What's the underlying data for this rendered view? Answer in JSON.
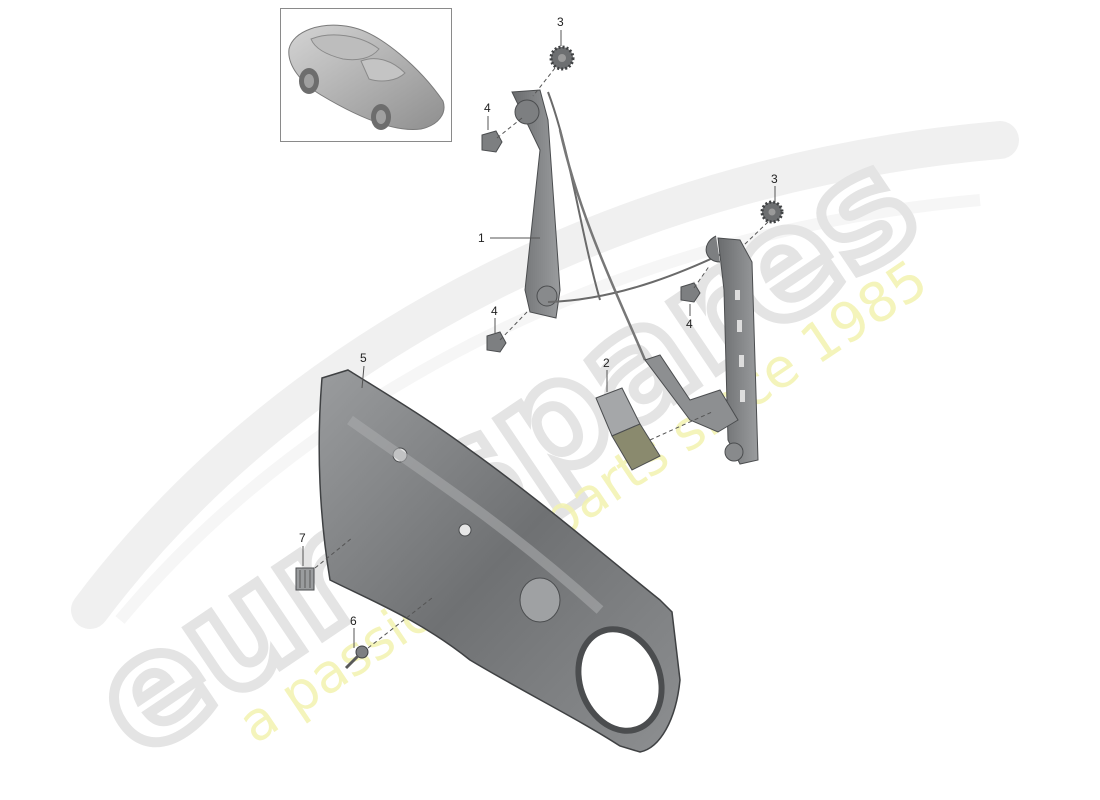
{
  "diagram": {
    "type": "exploded-parts-diagram",
    "subject": "door window regulator and door inner panel",
    "thumbnail": {
      "description": "vehicle overview thumbnail (sports coupe)"
    },
    "callouts": [
      {
        "id": "1",
        "label": "1",
        "part": "window regulator (front rail)"
      },
      {
        "id": "2",
        "label": "2",
        "part": "window regulator motor"
      },
      {
        "id": "3a",
        "label": "3",
        "part": "gear / sprocket (upper)"
      },
      {
        "id": "3b",
        "label": "3",
        "part": "gear / sprocket (right)"
      },
      {
        "id": "4a",
        "label": "4",
        "part": "nut (upper left)"
      },
      {
        "id": "4b",
        "label": "4",
        "part": "nut (lower)"
      },
      {
        "id": "4c",
        "label": "4",
        "part": "nut (right)"
      },
      {
        "id": "5",
        "label": "5",
        "part": "door inner panel / carrier plate"
      },
      {
        "id": "6",
        "label": "6",
        "part": "bolt"
      },
      {
        "id": "7",
        "label": "7",
        "part": "clip / connector"
      }
    ]
  },
  "watermark": {
    "brand": "eurospares",
    "tagline": "a passion for parts since 1985",
    "brand_color": "#e8e8e8",
    "tagline_color": "#f3f3b0"
  },
  "colors": {
    "part_dark": "#5f6163",
    "part_mid": "#8d8f91",
    "part_light": "#b9bbbc",
    "callout_text": "#222222",
    "leader_line": "#555555"
  }
}
